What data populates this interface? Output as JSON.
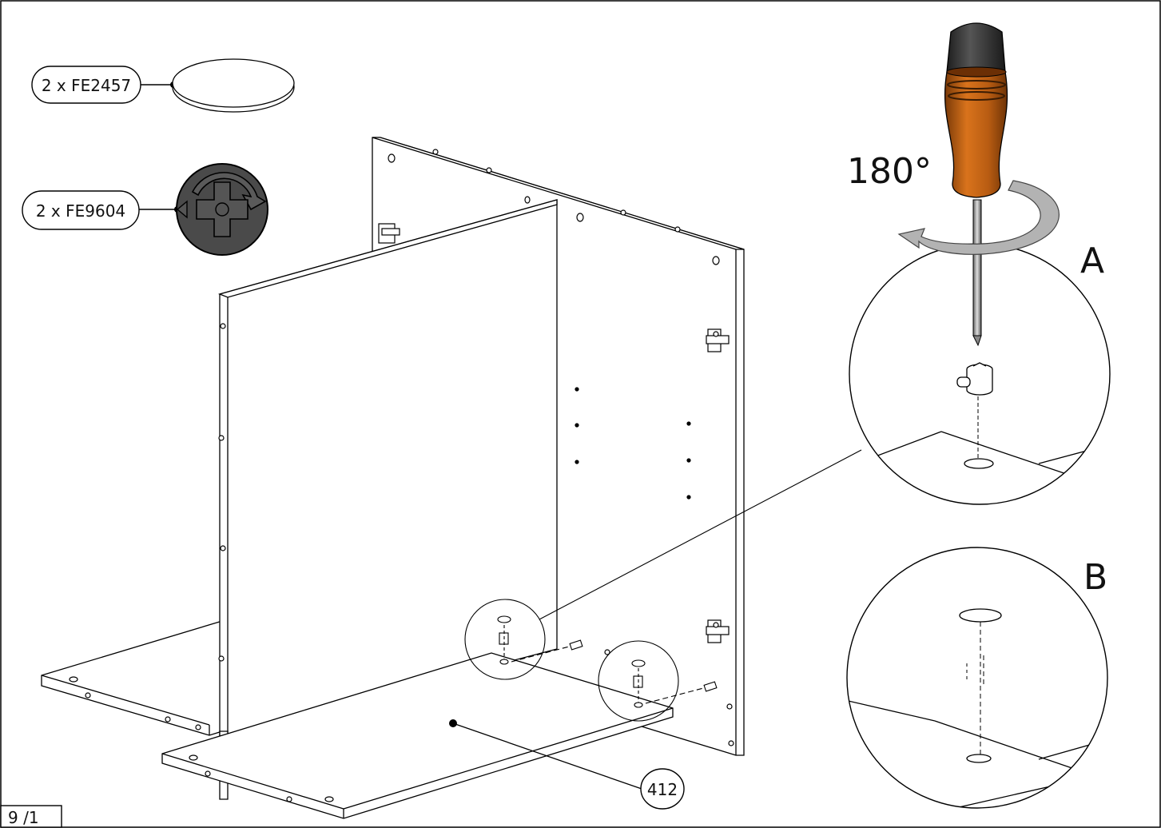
{
  "parts": {
    "part1": {
      "label": "2 x FE2457",
      "icon": "round-cap-cover-icon"
    },
    "part2": {
      "label": "2 x FE9604",
      "icon": "cam-lock-fitting-icon"
    }
  },
  "callouts": {
    "rotation": "180°",
    "detail_a": "A",
    "detail_b": "B",
    "panel_number": "412"
  },
  "page_number": "9 /1",
  "colors": {
    "screwdriver_handle": "#b85c12",
    "screwdriver_cap": "#2f2f2f",
    "cam_fitting": "#4a4a4a",
    "rotation_arrow": "#b3b3b3"
  }
}
